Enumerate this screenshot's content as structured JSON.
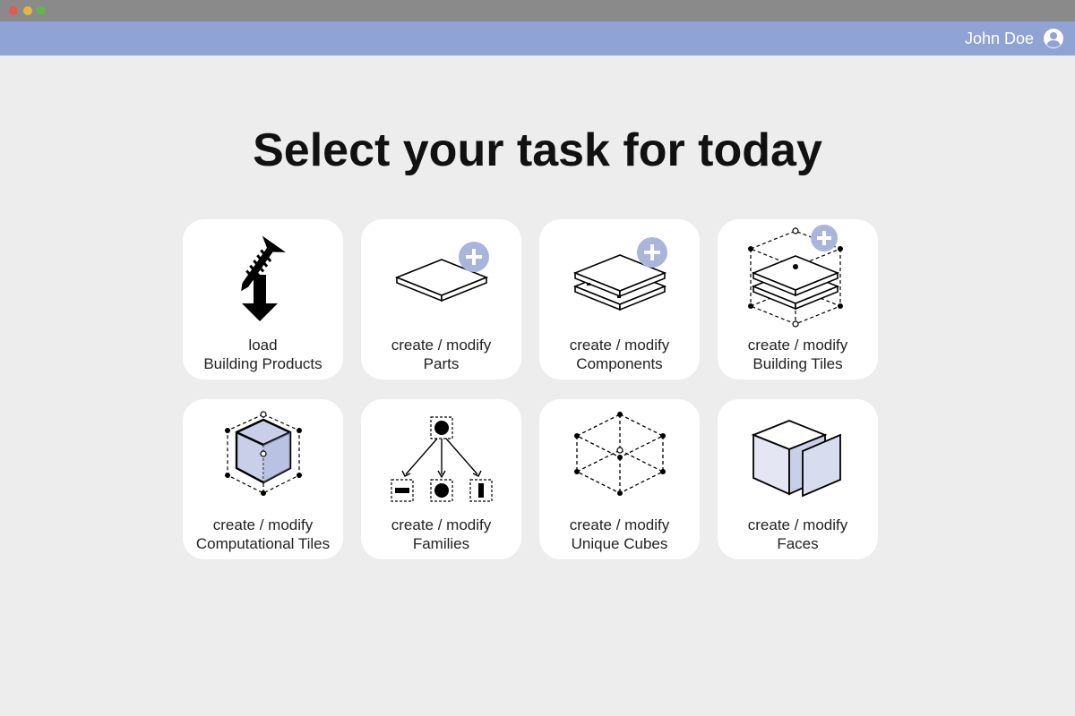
{
  "app": {
    "user_name": "John Doe",
    "user_icon": "user-circle-icon"
  },
  "main": {
    "title": "Select your task for today"
  },
  "tasks": [
    {
      "line1": "load",
      "line2": "Building Products",
      "icon": "screw-load-icon"
    },
    {
      "line1": "create / modify",
      "line2": "Parts",
      "icon": "part-add-icon"
    },
    {
      "line1": "create / modify",
      "line2": "Components",
      "icon": "component-add-icon"
    },
    {
      "line1": "create / modify",
      "line2": "Building Tiles",
      "icon": "building-tile-add-icon"
    },
    {
      "line1": "create / modify",
      "line2": "Computational Tiles",
      "icon": "computational-tile-icon"
    },
    {
      "line1": "create / modify",
      "line2": "Families",
      "icon": "family-tree-icon"
    },
    {
      "line1": "create / modify",
      "line2": "Unique Cubes",
      "icon": "wireframe-cube-icon"
    },
    {
      "line1": "create / modify",
      "line2": "Faces",
      "icon": "cube-face-icon"
    }
  ],
  "colors": {
    "appbar": "#8fa3d4",
    "accent": "#aab5dc",
    "background": "#ededed"
  }
}
